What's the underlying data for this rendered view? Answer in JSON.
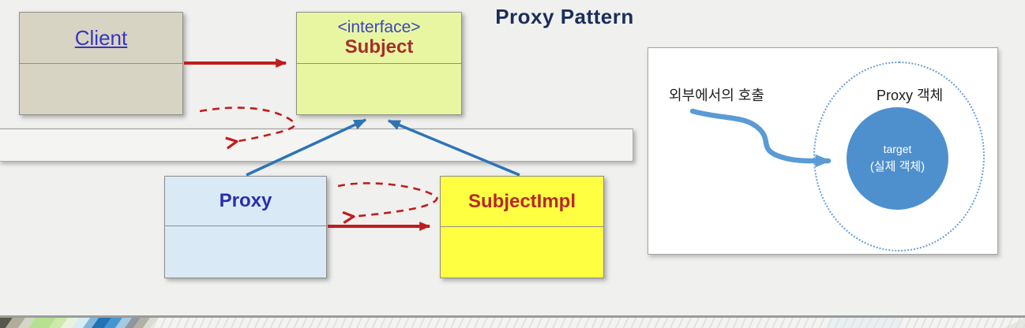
{
  "title": "Proxy Pattern",
  "uml": {
    "client": {
      "name": "Client"
    },
    "subject": {
      "stereotype": "<interface>",
      "name": "Subject"
    },
    "proxy": {
      "name": "Proxy"
    },
    "subject_impl": {
      "name": "SubjectImpl"
    }
  },
  "edges": [
    {
      "from": "Client",
      "to": "Subject",
      "style": "solid-red-arrow"
    },
    {
      "from": "Proxy",
      "to": "Subject",
      "style": "blue-inheritance-arrow"
    },
    {
      "from": "SubjectImpl",
      "to": "Subject",
      "style": "blue-inheritance-arrow"
    },
    {
      "from": "Proxy",
      "to": "SubjectImpl",
      "style": "solid-red-arrow"
    },
    {
      "from": "Subject",
      "to": "Client",
      "style": "dashed-red-hook-arrow"
    },
    {
      "from": "SubjectImpl",
      "to": "Proxy",
      "style": "dashed-red-hook-arrow"
    }
  ],
  "inset": {
    "label_left": "외부에서의 호출",
    "label_right": "Proxy 객체",
    "circle_line1": "target",
    "circle_line2": "(실제 객체)"
  },
  "colors": {
    "background": "#f0f0ee",
    "client_box": "#d8d4c4",
    "subject_box": "#e9f6a1",
    "proxy_box": "#d9eaf6",
    "subjectimpl_box": "#ffff42",
    "title_text": "#1b2e5a",
    "red_arrow": "#bf1d1d",
    "blue_arrow": "#2e74b5",
    "inset_blue": "#5b9bd5",
    "target_circle": "#4e90ce"
  }
}
